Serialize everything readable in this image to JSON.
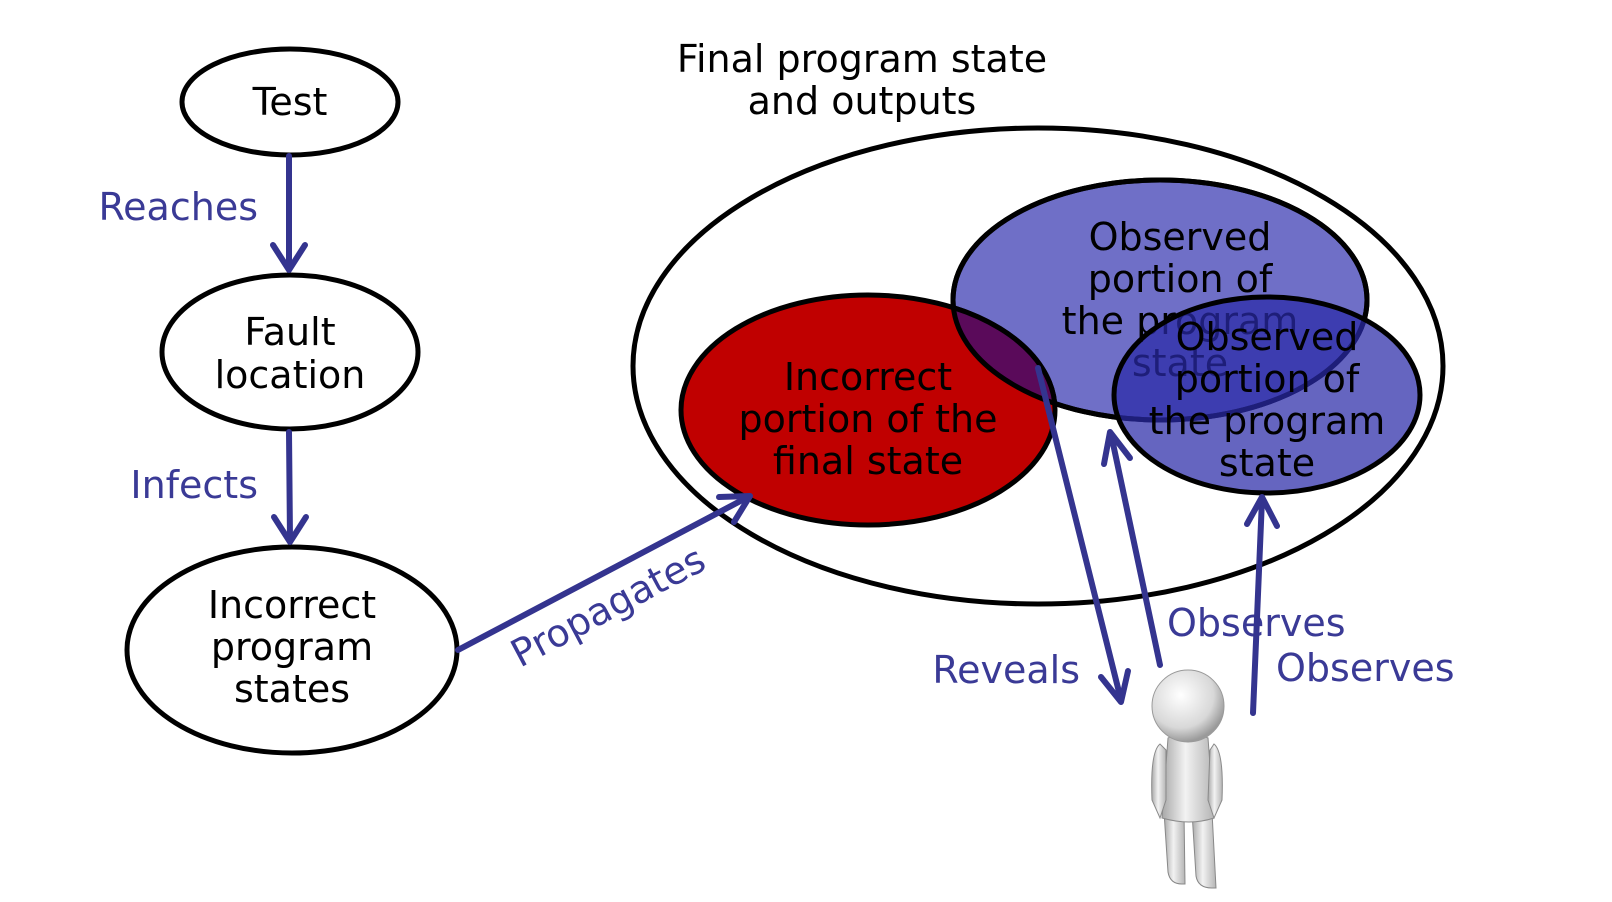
{
  "colors": {
    "edge": "#34348f",
    "edge_label": "#3a3a96",
    "node_stroke": "#000000",
    "incorrect_fill": "#c00000",
    "observed1_fill": "#6f6fc7",
    "observed2_fill": "#3f3fb5",
    "overlap_fill": "#5a0a5a"
  },
  "nodes": {
    "test": {
      "label": "Test"
    },
    "fault_location": {
      "lines": [
        "Fault",
        "location"
      ]
    },
    "incorrect_states": {
      "lines": [
        "Incorrect",
        "program",
        "states"
      ]
    },
    "final_state_title": {
      "lines": [
        "Final program state",
        "and outputs"
      ]
    },
    "incorrect_portion": {
      "lines": [
        "Incorrect",
        "portion of the",
        "final state"
      ]
    },
    "observed_portion_1": {
      "lines": [
        "Observed",
        "portion of",
        "the program",
        "state"
      ]
    },
    "observed_portion_2": {
      "lines": [
        "Observed",
        "portion of",
        "the program",
        "state"
      ]
    }
  },
  "edges": {
    "reaches": "Reaches",
    "infects": "Infects",
    "propagates": "Propagates",
    "reveals": "Reveals",
    "observes_1": "Observes",
    "observes_2": "Observes"
  },
  "figure": {
    "icon": "person-figure-icon"
  }
}
